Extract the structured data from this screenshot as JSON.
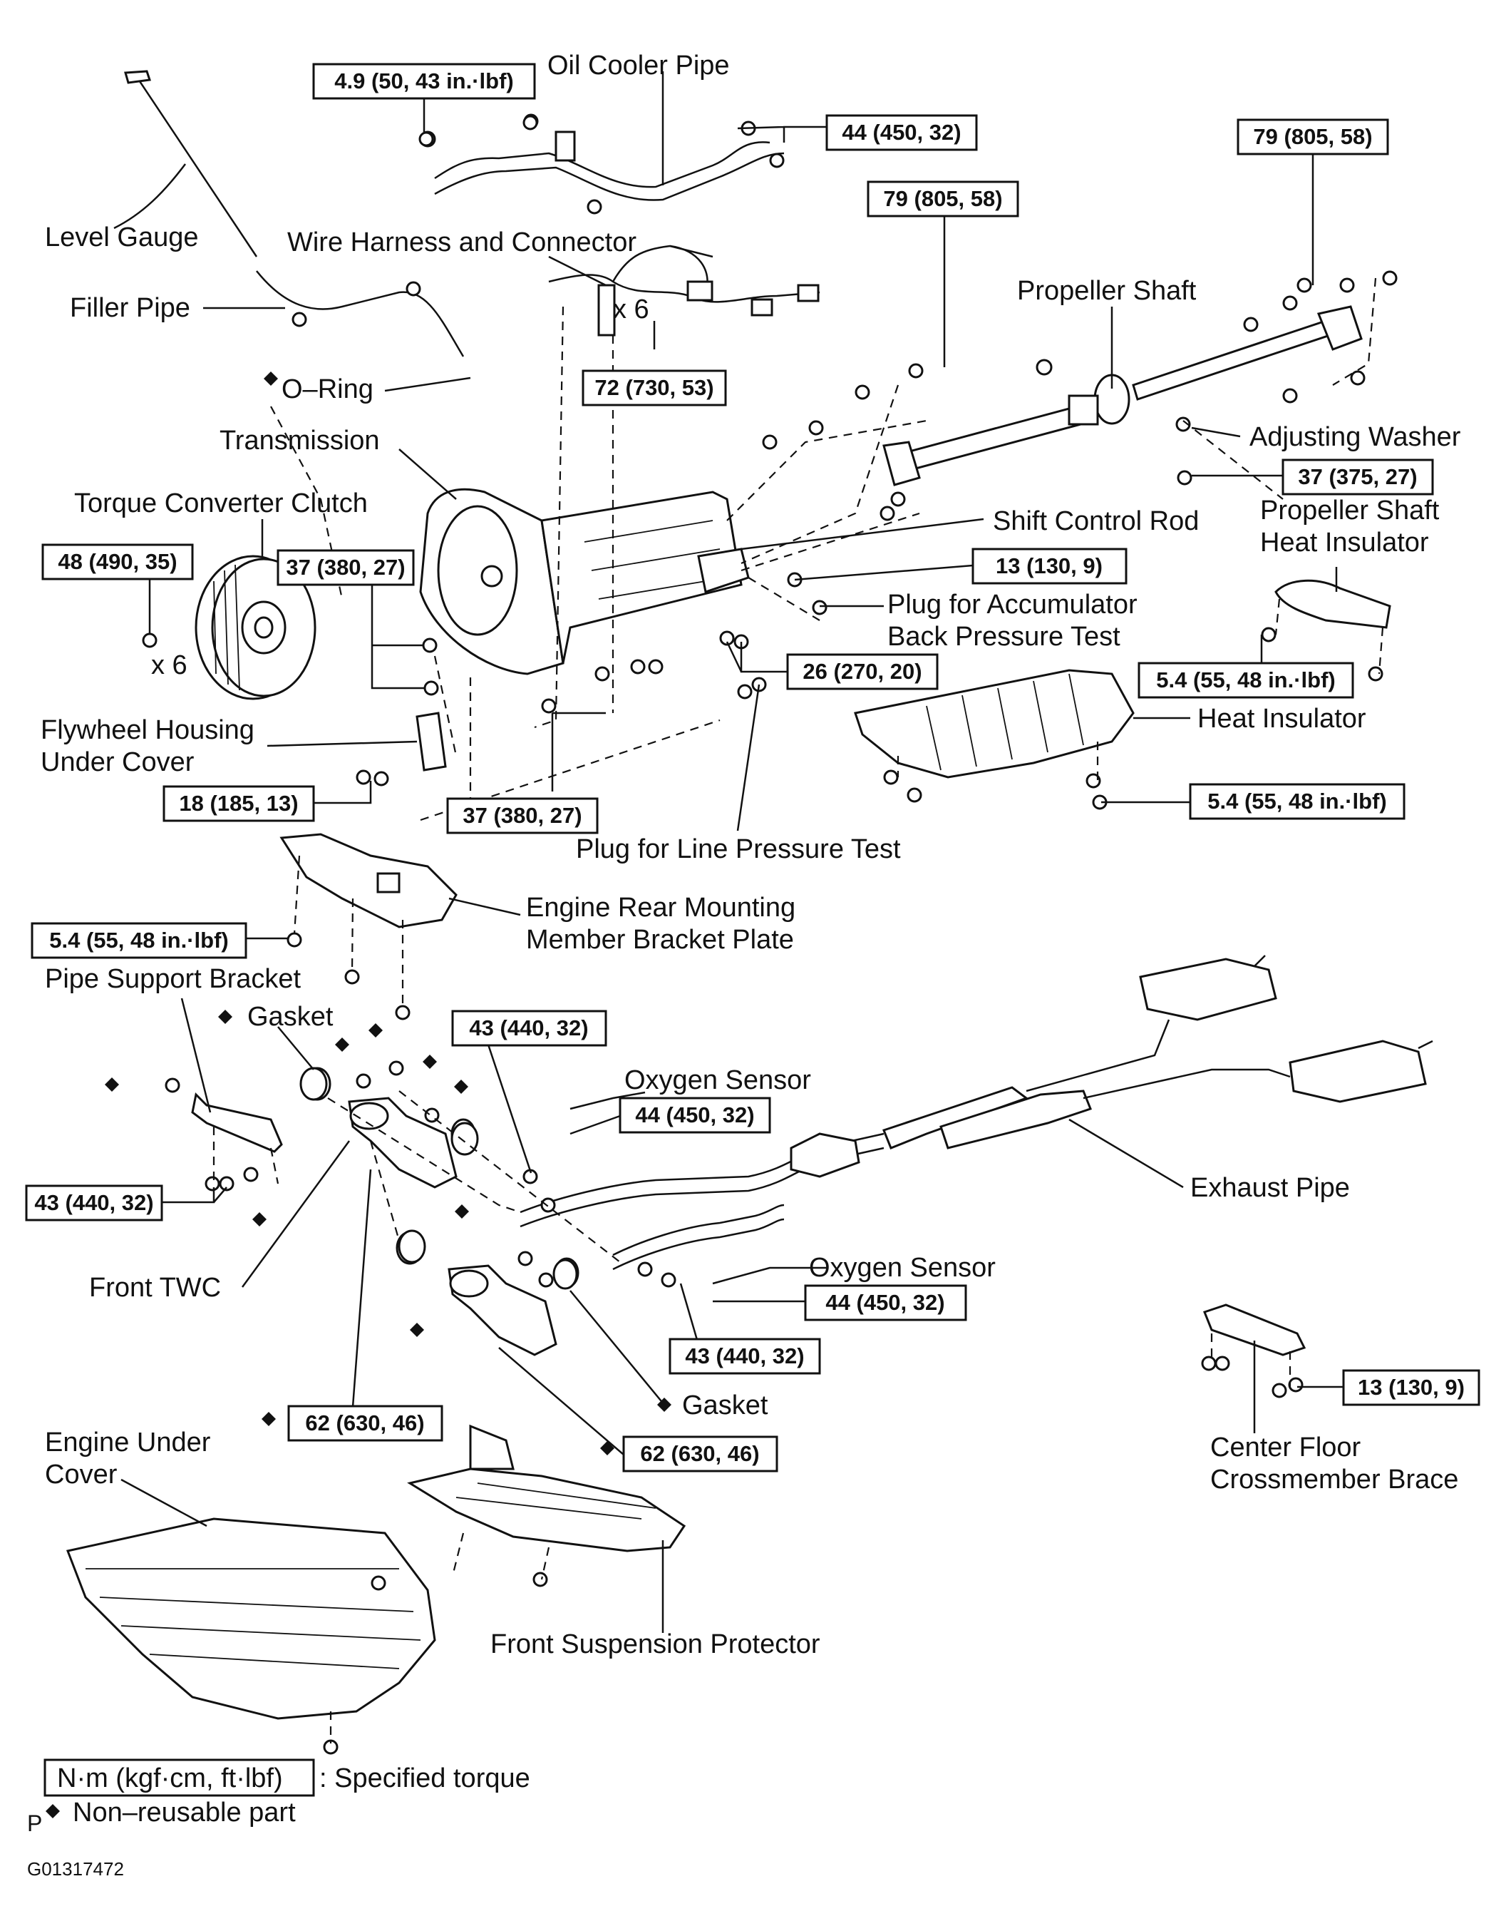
{
  "labels": {
    "oil_cooler_pipe": "Oil Cooler Pipe",
    "level_gauge": "Level Gauge",
    "wire_harness": "Wire Harness and Connector",
    "filler_pipe": "Filler Pipe",
    "x6_a": "x 6",
    "o_ring": "O–Ring",
    "transmission": "Transmission",
    "torque_converter": "Torque Converter Clutch",
    "x6_b": "x 6",
    "propeller_shaft": "Propeller Shaft",
    "adjusting_washer": "Adjusting Washer",
    "shift_control_rod": "Shift Control Rod",
    "prop_heat_insulator_1": "Propeller Shaft",
    "prop_heat_insulator_2": "Heat Insulator",
    "plug_accumulator_1": "Plug for Accumulator",
    "plug_accumulator_2": "Back Pressure Test",
    "heat_insulator": "Heat Insulator",
    "flywheel_cover_1": "Flywheel Housing",
    "flywheel_cover_2": "Under Cover",
    "plug_line_pressure": "Plug for Line Pressure Test",
    "engine_rear_1": "Engine Rear Mounting",
    "engine_rear_2": "Member Bracket Plate",
    "pipe_support_bracket": "Pipe Support Bracket",
    "gasket_top": "Gasket",
    "oxygen_sensor_top": "Oxygen Sensor",
    "exhaust_pipe": "Exhaust Pipe",
    "front_twc": "Front TWC",
    "oxygen_sensor_bottom": "Oxygen Sensor",
    "gasket_bottom": "Gasket",
    "center_floor_1": "Center Floor",
    "center_floor_2": "Crossmember Brace",
    "engine_under_1": "Engine Under",
    "engine_under_2": "Cover",
    "front_suspension": "Front Suspension Protector"
  },
  "torques": {
    "t_oil_cooler": "4.9 (50, 43 in.·lbf)",
    "t_oil_cooler_right": "44 (450, 32)",
    "t_prop_rear": "79 (805, 58)",
    "t_prop_mid": "79 (805, 58)",
    "t_harness": "72 (730, 53)",
    "t_adjusting": "37 (375, 27)",
    "t_converter": "48 (490, 35)",
    "t_bellhousing": "37 (380, 27)",
    "t_accumulator": "13 (130, 9)",
    "t_line_pressure": "26 (270, 20)",
    "t_prop_insulator": "5.4 (55, 48 in.·lbf)",
    "t_heat_insulator": "5.4 (55, 48 in.·lbf)",
    "t_flywheel": "18 (185, 13)",
    "t_trans_lower": "37 (380, 27)",
    "t_bracket_plate": "5.4 (55, 48 in.·lbf)",
    "t_exhaust_top": "43 (440, 32)",
    "t_o2_top": "44 (450, 32)",
    "t_pipe_support": "43 (440, 32)",
    "t_o2_bottom": "44 (450, 32)",
    "t_exhaust_bottom": "43 (440, 32)",
    "t_crossmember": "13 (130, 9)",
    "t_twc_left": "62 (630, 46)",
    "t_twc_right": "62 (630, 46)"
  },
  "legend": {
    "unit_box": "N·m (kgf·cm, ft·lbf)",
    "unit_text": ": Specified torque",
    "nonreusable": "Non–reusable part",
    "marker": "P"
  },
  "figure_id": "G01317472"
}
